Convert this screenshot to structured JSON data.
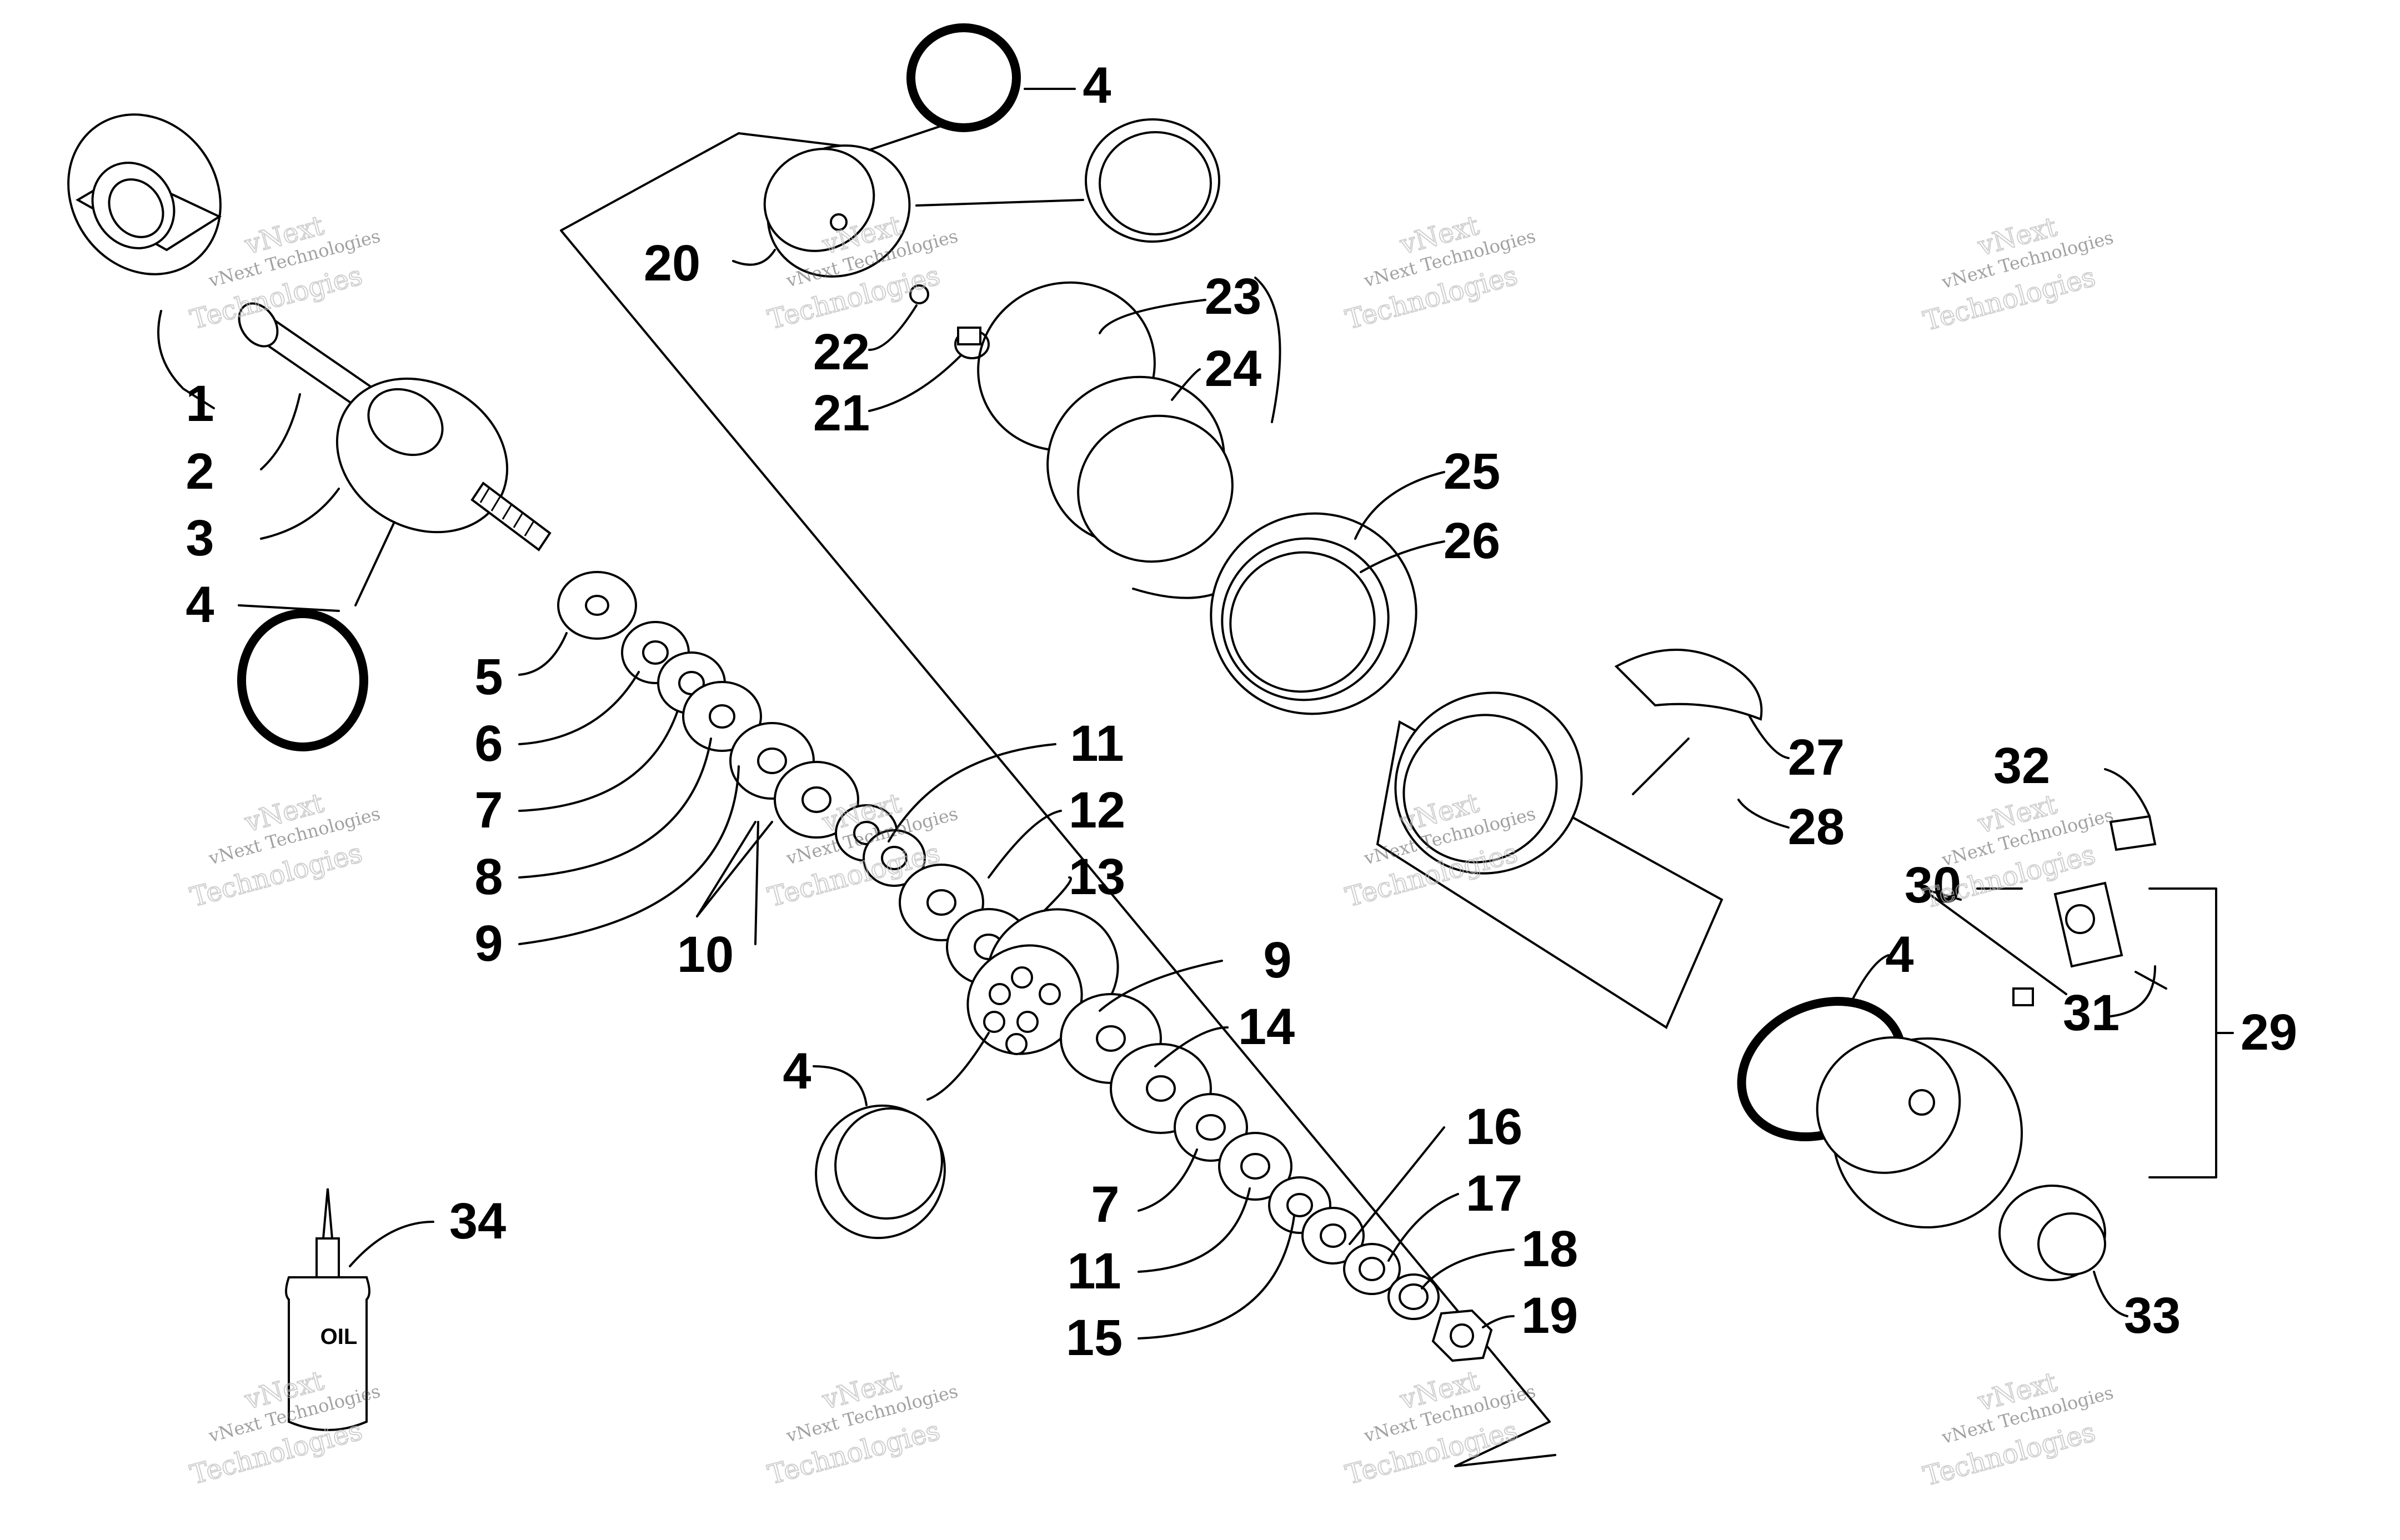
{
  "watermark": {
    "line1": "vNext Technologies",
    "line2": "Technologies",
    "small": "vNext"
  },
  "bottle_label": "OIL",
  "callouts": [
    {
      "n": "1"
    },
    {
      "n": "2"
    },
    {
      "n": "3"
    },
    {
      "n": "4"
    },
    {
      "n": "5"
    },
    {
      "n": "6"
    },
    {
      "n": "7"
    },
    {
      "n": "8"
    },
    {
      "n": "9"
    },
    {
      "n": "10"
    },
    {
      "n": "11"
    },
    {
      "n": "12"
    },
    {
      "n": "13"
    },
    {
      "n": "9"
    },
    {
      "n": "14"
    },
    {
      "n": "4"
    },
    {
      "n": "7"
    },
    {
      "n": "11"
    },
    {
      "n": "15"
    },
    {
      "n": "16"
    },
    {
      "n": "17"
    },
    {
      "n": "18"
    },
    {
      "n": "19"
    },
    {
      "n": "4"
    },
    {
      "n": "20"
    },
    {
      "n": "22"
    },
    {
      "n": "21"
    },
    {
      "n": "23"
    },
    {
      "n": "24"
    },
    {
      "n": "25"
    },
    {
      "n": "26"
    },
    {
      "n": "27"
    },
    {
      "n": "28"
    },
    {
      "n": "4"
    },
    {
      "n": "32"
    },
    {
      "n": "30"
    },
    {
      "n": "31"
    },
    {
      "n": "29"
    },
    {
      "n": "33"
    },
    {
      "n": "34"
    }
  ]
}
